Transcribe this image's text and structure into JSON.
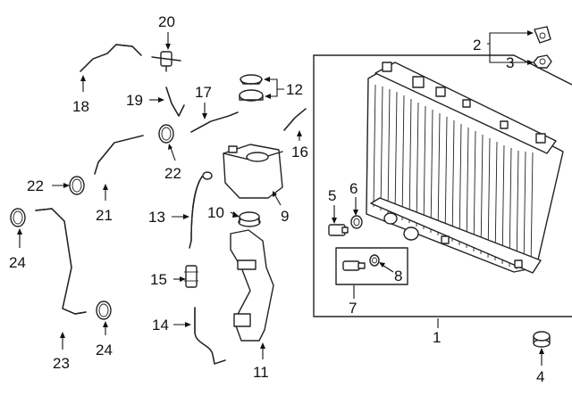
{
  "callouts": {
    "c1": "1",
    "c2": "2",
    "c3": "3",
    "c4": "4",
    "c5": "5",
    "c6": "6",
    "c7": "7",
    "c8": "8",
    "c9": "9",
    "c10": "10",
    "c11": "11",
    "c12": "12",
    "c13": "13",
    "c14": "14",
    "c15": "15",
    "c16": "16",
    "c17": "17",
    "c18": "18",
    "c19": "19",
    "c20": "20",
    "c21": "21",
    "c22a": "22",
    "c22b": "22",
    "c23": "23",
    "c24a": "24",
    "c24b": "24"
  },
  "colors": {
    "line": "#222222",
    "background": "#ffffff"
  }
}
